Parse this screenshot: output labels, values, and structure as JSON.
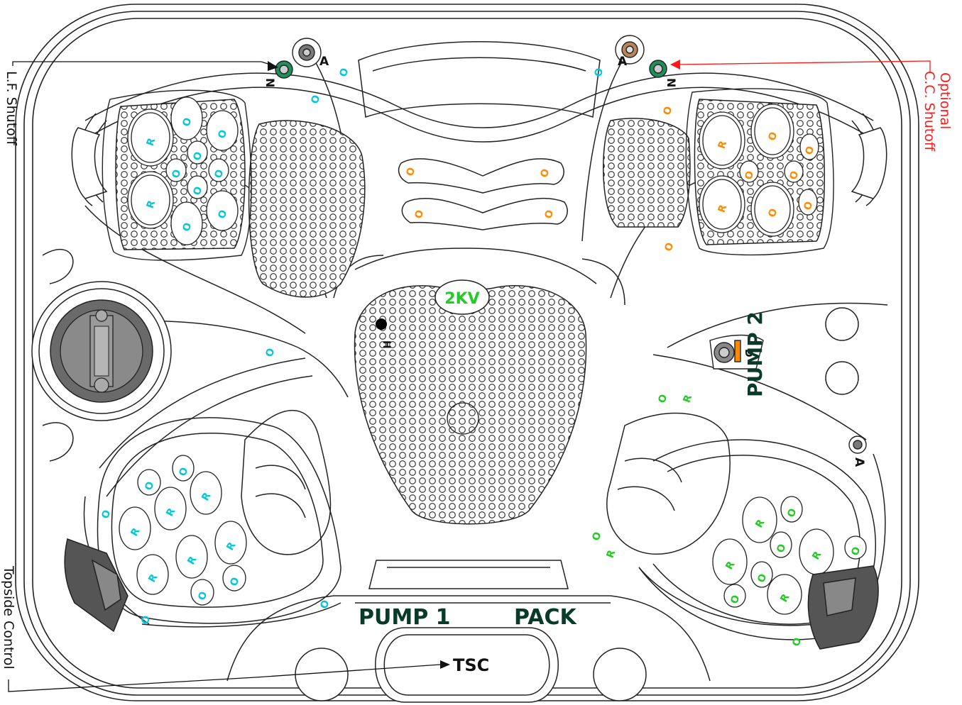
{
  "labels": {
    "lf_shutoff": "L.F. Shutoff",
    "optional": "Optional",
    "cc_shutoff": "C.C. Shutoff",
    "topside_control": "Topside Control",
    "pump1": "PUMP 1",
    "pump2": "PUMP 2",
    "pack": "PACK",
    "tsc": "TSC",
    "valve_2kv": "2KV",
    "light_h": "H",
    "diverter_d": "D",
    "air_a": "A",
    "shutoff_n": "N"
  },
  "jet_letters": {
    "round": "O",
    "rotating": "R"
  },
  "colors": {
    "outline": "#222222",
    "pump1_jets": "#00c8d8",
    "pump2_orange_jets": "#ff8a00",
    "pump2_green_jets": "#22cc22",
    "pump_labels": "#0a3a2a",
    "optional_label": "#ff1a1a",
    "arrow_black": "#111111",
    "dark_fixture": "#555555"
  }
}
